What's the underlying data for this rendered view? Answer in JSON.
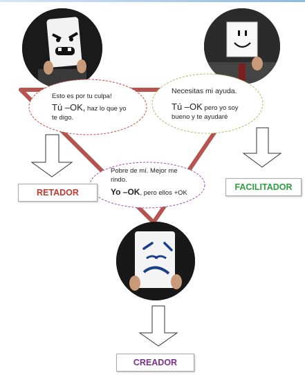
{
  "bubbles": {
    "retador": {
      "line1": "Esto es por tu culpa!",
      "emphasis": "Tú –OK,",
      "rest": " haz lo que yo te digo."
    },
    "facilitador": {
      "line1": "Necesitas mi ayuda.",
      "emphasis": "Tú –OK",
      "rest": " pero yo soy bueno y te ayudaré"
    },
    "creador": {
      "line1": "Pobre de mí.  Mejor me rindo.",
      "emphasis": "Yo –OK",
      "rest": ", pero ellos +OK"
    }
  },
  "roles": {
    "retador": "RETADOR",
    "facilitador": "FACILITADOR",
    "creador": "CREADOR"
  },
  "colors": {
    "triangle": "#b85450",
    "retador": "#c0392b",
    "facilitador": "#2e9e3e",
    "creador": "#7a2f8a",
    "bubble_border_left": "#d04a4a",
    "bubble_border_right": "#a8c060",
    "bubble_border_bottom": "#9a4fb0"
  }
}
